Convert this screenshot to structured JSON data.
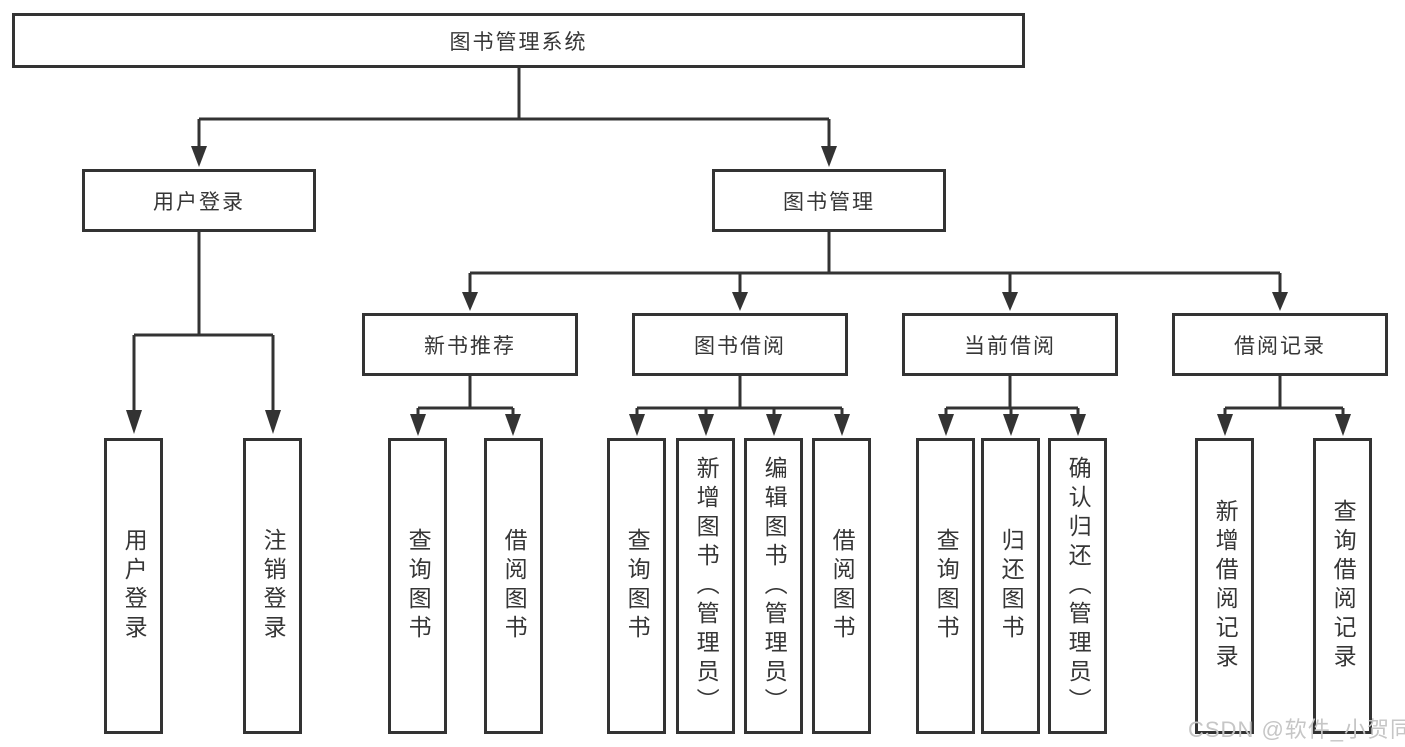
{
  "tree": {
    "root": {
      "label": "图书管理系统"
    },
    "children": [
      {
        "label": "用户登录",
        "children": [
          {
            "label": "用户登录"
          },
          {
            "label": "注销登录"
          }
        ]
      },
      {
        "label": "图书管理",
        "children": [
          {
            "label": "新书推荐",
            "children": [
              {
                "label": "查询图书"
              },
              {
                "label": "借阅图书"
              }
            ]
          },
          {
            "label": "图书借阅",
            "children": [
              {
                "label": "查询图书"
              },
              {
                "label": "新增图书（管理员）"
              },
              {
                "label": "编辑图书（管理员）"
              },
              {
                "label": "借阅图书"
              }
            ]
          },
          {
            "label": "当前借阅",
            "children": [
              {
                "label": "查询图书"
              },
              {
                "label": "归还图书"
              },
              {
                "label": "确认归还（管理员）"
              }
            ]
          },
          {
            "label": "借阅记录",
            "children": [
              {
                "label": "新增借阅记录"
              },
              {
                "label": "查询借阅记录"
              }
            ]
          }
        ]
      }
    ]
  },
  "watermark": {
    "text": "CSDN @软件_小贺同学"
  },
  "colors": {
    "line": "#333333",
    "text": "#363636",
    "watermark": "#c6c6c6",
    "background": "#ffffff"
  }
}
